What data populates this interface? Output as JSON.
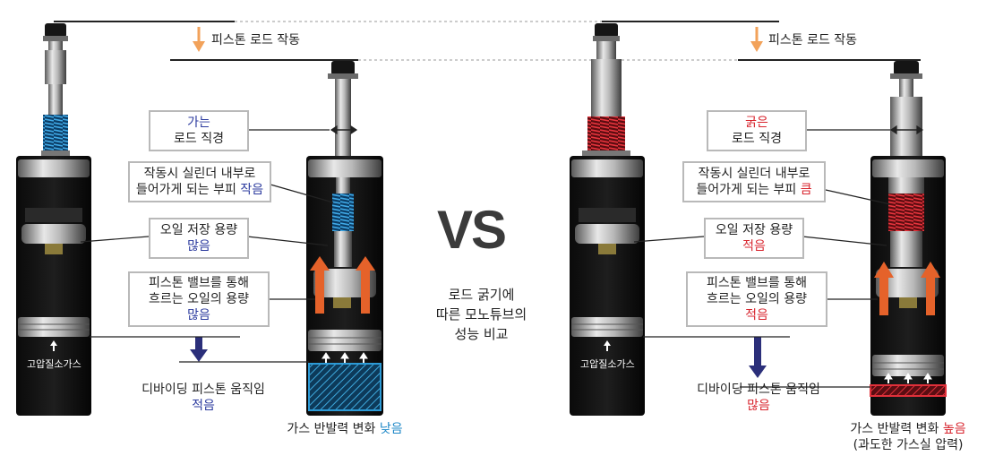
{
  "vs_text": "VS",
  "center_caption": [
    "로드 굵기에",
    "따른 모노튜브의",
    "성능 비교"
  ],
  "colors": {
    "thin_highlight": "#2b3a9e",
    "thick_highlight": "#d8262f",
    "low_highlight": "#1e88c7",
    "arrow_orange": "#e5622a",
    "arrow_navy": "#2b2f7a",
    "motion_arrow": "#f2a25a"
  },
  "left": {
    "piston_rod_motion": "피스톤 로드 작동",
    "rod_diameter": {
      "highlight": "가는",
      "text": "로드 직경"
    },
    "volume": {
      "line1": "작동시 실린더 내부로",
      "line2_plain": "들어가게 되는 부피 ",
      "line2_highlight": "작음"
    },
    "oil_storage": {
      "line1": "오일 저장 용량",
      "highlight": "많음"
    },
    "valve_flow": {
      "line1": "피스톤 밸브를 통해",
      "line2": "흐르는 오일의 용량",
      "highlight": "많음"
    },
    "gas_label": "고압질소가스",
    "diving": {
      "text": "디바이딩 피스톤 움직임",
      "highlight": "적음"
    },
    "gas_change": {
      "plain": "가스 반발력 변화 ",
      "highlight": "낮음"
    }
  },
  "right": {
    "piston_rod_motion": "피스톤 로드 작동",
    "rod_diameter": {
      "highlight": "굵은",
      "text": "로드 직경"
    },
    "volume": {
      "line1": "작동시 실린더 내부로",
      "line2_plain": "들어가게 되는 부피 ",
      "line2_highlight": "큼"
    },
    "oil_storage": {
      "line1": "오일 저장 용량",
      "highlight": "적음"
    },
    "valve_flow": {
      "line1": "피스톤 밸브를 통해",
      "line2": "흐르는 오일의 용량",
      "highlight": "적음"
    },
    "gas_label": "고압질소가스",
    "diving": {
      "text": "디바이딩 피스톤 움직임",
      "highlight": "많음"
    },
    "gas_change": {
      "plain": "가스 반발력 변화 ",
      "highlight": "높음",
      "line2": "(과도한 가스실 압력)"
    }
  }
}
